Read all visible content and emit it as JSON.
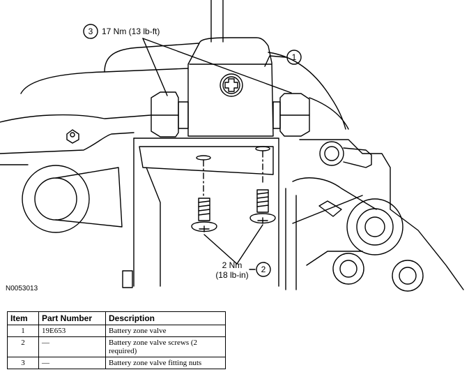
{
  "figure": {
    "id": "N0053013",
    "callouts": [
      {
        "number": "1",
        "text": ""
      },
      {
        "number": "2",
        "text": [
          "2 Nm",
          "(18 lb-in)"
        ]
      },
      {
        "number": "3",
        "text": "17 Nm (13 lb-ft)"
      }
    ]
  },
  "table": {
    "headers": [
      "Item",
      "Part Number",
      "Description"
    ],
    "rows": [
      {
        "item": "1",
        "part_number": "19E653",
        "description": "Battery zone valve"
      },
      {
        "item": "2",
        "part_number": "—",
        "description": "Battery zone valve screws (2 required)"
      },
      {
        "item": "3",
        "part_number": "—",
        "description": "Battery zone valve fitting nuts"
      }
    ]
  }
}
